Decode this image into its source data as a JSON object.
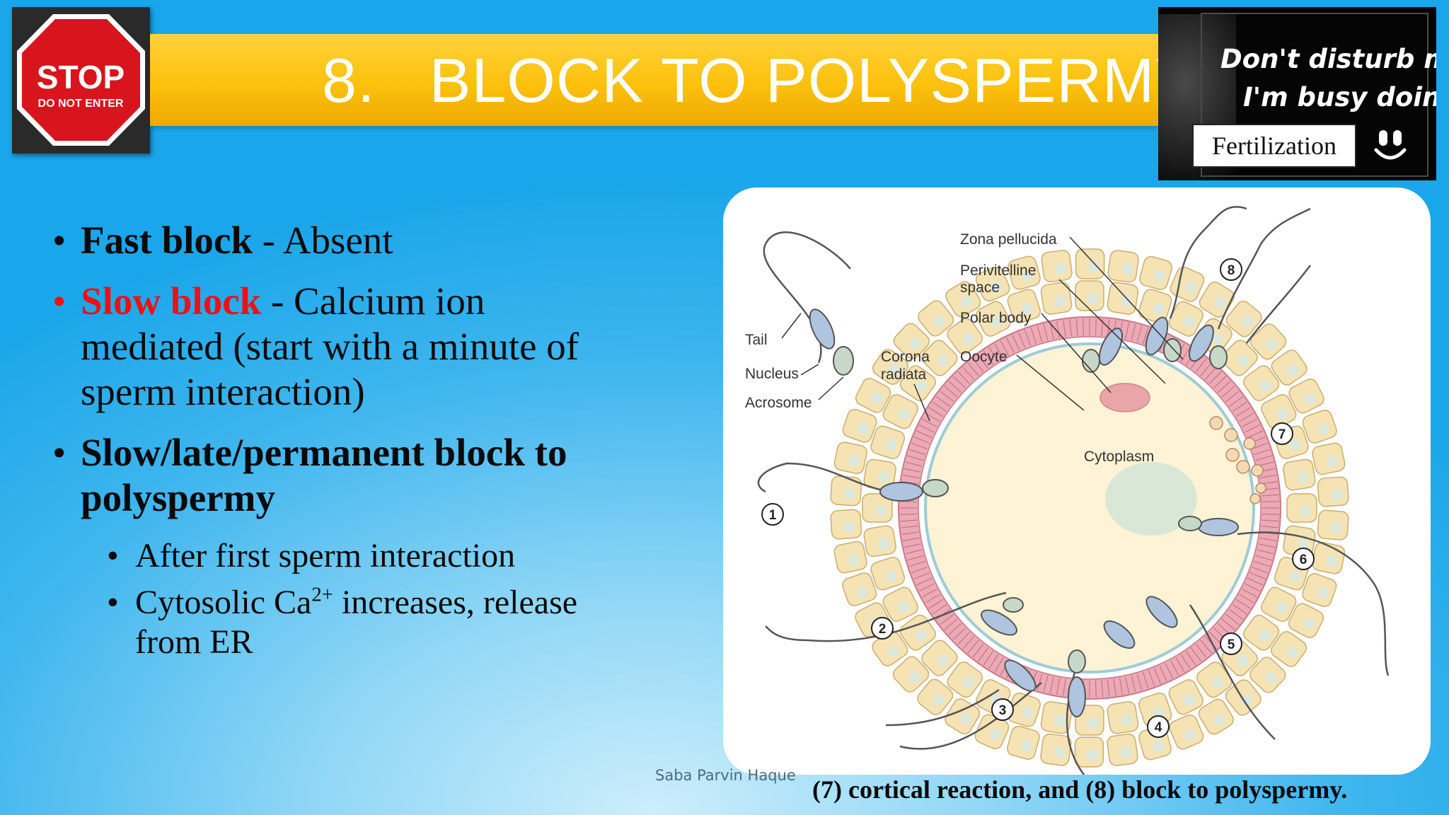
{
  "title": {
    "number": "8.",
    "text": "BLOCK TO POLYSPERMY"
  },
  "stop_sign": {
    "word": "STOP",
    "subtext": "DO NOT ENTER"
  },
  "badge_image": {
    "line1": "Don't disturb me,",
    "line2": "I'm busy doing",
    "box_text": "Fertilization"
  },
  "bullets": {
    "b1": {
      "bold": "Fast block",
      "rest": " - Absent"
    },
    "b2": {
      "bold": "Slow block",
      "rest1": " - Calcium ion",
      "rest2": "mediated (start with a minute of",
      "rest3": "sperm interaction)"
    },
    "b3": {
      "line1": "Slow/late/permanent block to",
      "line2": "polyspermy"
    },
    "sub1": "After first sperm interaction",
    "sub2": {
      "pre": "Cytosolic Ca",
      "sup": "2+",
      "post": " increases, release",
      "line2": "from ER"
    }
  },
  "figure": {
    "labels": {
      "zona": "Zona pellucida",
      "peri1": "Perivitelline",
      "peri2": "space",
      "polar": "Polar body",
      "oocyte": "Oocyte",
      "corona1": "Corona",
      "corona2": "radiata",
      "tail": "Tail",
      "nucleus": "Nucleus",
      "acrosome": "Acrosome",
      "cytoplasm": "Cytoplasm"
    },
    "steps": [
      "1",
      "2",
      "3",
      "4",
      "5",
      "6",
      "7",
      "8"
    ]
  },
  "author": "Saba Parvin Haque",
  "caption": "(7) cortical reaction, and (8) block to polyspermy.",
  "colors": {
    "title_bar": "#fcc10d",
    "slow_block": "#ee1111",
    "zona": "#e7a0ad",
    "cell": "#f6e3b4"
  }
}
